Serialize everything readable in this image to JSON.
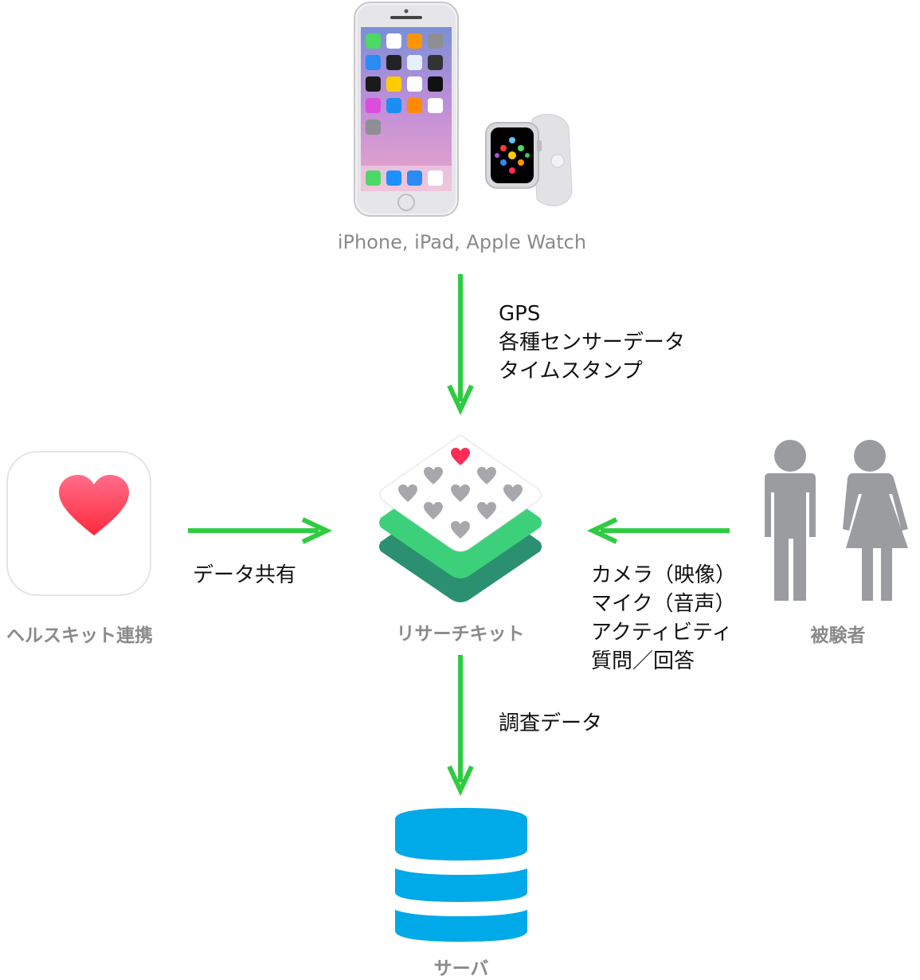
{
  "colors": {
    "arrow": "#2ecc40",
    "gray_label": "#8a8a8a",
    "server_blue": "#00a9e8",
    "health_heart": "#ff2d55",
    "researchkit_green_light": "#3dd07a",
    "researchkit_green_dark": "#2a9070",
    "person_gray": "#9b9ca0"
  },
  "nodes": {
    "devices": {
      "label": "iPhone, iPad, Apple Watch",
      "icons": [
        "iphone-icon",
        "apple-watch-icon"
      ]
    },
    "healthkit": {
      "label": "ヘルスキット連携",
      "icon": "health-heart-icon"
    },
    "researchkit": {
      "label": "リサーチキット",
      "icon": "researchkit-icon"
    },
    "subjects": {
      "label": "被験者",
      "icon": "people-icon"
    },
    "server": {
      "label": "サーバ",
      "icon": "database-icon"
    }
  },
  "flows": {
    "devices_to_researchkit": {
      "lines": [
        "GPS",
        "各種センサーデータ",
        "タイムスタンプ"
      ]
    },
    "healthkit_to_researchkit": {
      "lines": [
        "データ共有"
      ]
    },
    "subjects_to_researchkit": {
      "lines": [
        "カメラ（映像）",
        "マイク（音声）",
        "アクティビティ",
        "質問／回答"
      ]
    },
    "researchkit_to_server": {
      "lines": [
        "調査データ"
      ]
    }
  }
}
